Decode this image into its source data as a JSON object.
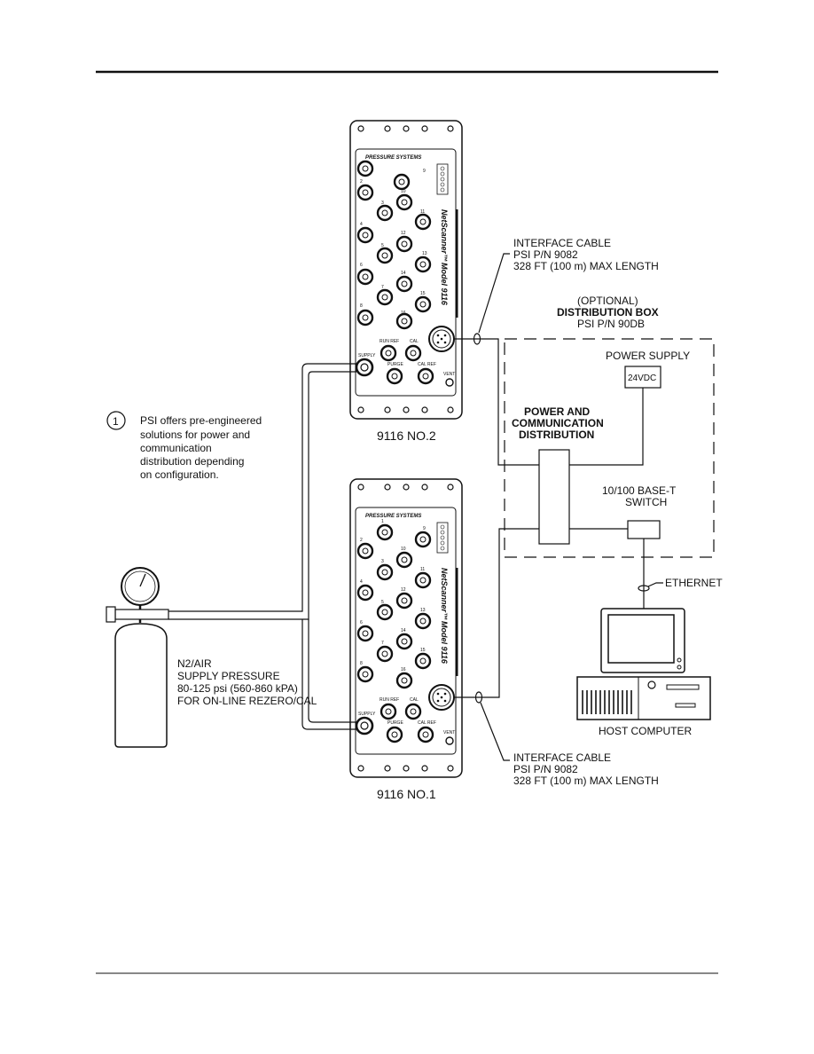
{
  "scanner_top": {
    "brand": "PRESSURE SYSTEMS",
    "model_name": "NetScanner™",
    "model_number": "Model 9116",
    "port_labels": [
      "2",
      "3",
      "4",
      "5",
      "6",
      "7",
      "8",
      "9",
      "10",
      "11",
      "12",
      "13",
      "14",
      "15",
      "16"
    ],
    "ctrl_labels": {
      "run_ref": "RUN REF",
      "cal": "CAL",
      "purge": "PURGE",
      "cal_ref": "CAL REF",
      "supply": "SUPPLY",
      "vent": "VENT"
    },
    "caption": "9116 NO.2"
  },
  "scanner_bottom": {
    "brand": "PRESSURE SYSTEMS",
    "model_name": "NetScanner™",
    "model_number": "Model 9116",
    "port_labels": [
      "1",
      "2",
      "3",
      "4",
      "5",
      "6",
      "7",
      "8",
      "9",
      "10",
      "11",
      "12",
      "13",
      "14",
      "15",
      "16"
    ],
    "ctrl_labels": {
      "run_ref": "RUN REF",
      "cal": "CAL",
      "purge": "PURGE",
      "cal_ref": "CAL REF",
      "supply": "SUPPLY",
      "vent": "VENT"
    },
    "caption": "9116 NO.1"
  },
  "interface_cable_top": [
    "INTERFACE CABLE",
    "PSI P/N 9082",
    "328 FT (100 m) MAX LENGTH"
  ],
  "interface_cable_bottom": [
    "INTERFACE CABLE",
    "PSI P/N 9082",
    "328 FT (100 m) MAX LENGTH"
  ],
  "distribution_box": [
    "(OPTIONAL)",
    "DISTRIBUTION BOX",
    "PSI P/N 90DB"
  ],
  "power_supply": {
    "label": "POWER SUPPLY",
    "voltage": "24VDC"
  },
  "power_comm": [
    "POWER AND",
    "COMMUNICATION",
    "DISTRIBUTION"
  ],
  "switch": [
    "10/100 BASE-T",
    "SWITCH"
  ],
  "ethernet": "ETHERNET",
  "host_computer": "HOST COMPUTER",
  "note": {
    "number": "1",
    "lines": [
      "PSI offers pre-engineered",
      "solutions for power and",
      "communication",
      "distribution depending",
      "on configuration."
    ]
  },
  "supply_note": [
    "N2/AIR",
    "SUPPLY PRESSURE",
    "80-125 psi (560-860 kPA)",
    "FOR ON-LINE REZERO/CAL"
  ]
}
